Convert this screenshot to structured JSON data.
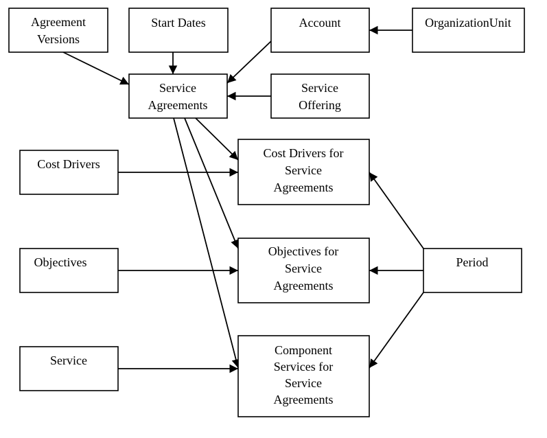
{
  "nodes": [
    {
      "id": "agreement_versions",
      "lines": [
        "Agreement",
        "Versions"
      ]
    },
    {
      "id": "start_dates",
      "lines": [
        "Start Dates"
      ]
    },
    {
      "id": "account",
      "lines": [
        "Account"
      ]
    },
    {
      "id": "organization_unit",
      "lines": [
        "OrganizationUnit"
      ]
    },
    {
      "id": "service_agreements",
      "lines": [
        "Service",
        "Agreements"
      ]
    },
    {
      "id": "service_offering",
      "lines": [
        "Service",
        "Offering"
      ]
    },
    {
      "id": "cost_drivers",
      "lines": [
        "Cost Drivers"
      ]
    },
    {
      "id": "cost_drivers_for_sa",
      "lines": [
        "Cost Drivers for",
        "Service",
        "Agreements"
      ]
    },
    {
      "id": "objectives",
      "lines": [
        "Objectives"
      ]
    },
    {
      "id": "objectives_for_sa",
      "lines": [
        "Objectives for",
        "Service",
        "Agreements"
      ]
    },
    {
      "id": "period",
      "lines": [
        "Period"
      ]
    },
    {
      "id": "service",
      "lines": [
        "Service"
      ]
    },
    {
      "id": "component_services_for_sa",
      "lines": [
        "Component",
        "Services for",
        "Service",
        "Agreements"
      ]
    }
  ],
  "edges": [
    {
      "from": "agreement_versions",
      "to": "service_agreements"
    },
    {
      "from": "start_dates",
      "to": "service_agreements"
    },
    {
      "from": "account",
      "to": "service_agreements"
    },
    {
      "from": "organization_unit",
      "to": "account"
    },
    {
      "from": "service_offering",
      "to": "service_agreements"
    },
    {
      "from": "service_agreements",
      "to": "cost_drivers_for_sa"
    },
    {
      "from": "service_agreements",
      "to": "objectives_for_sa"
    },
    {
      "from": "service_agreements",
      "to": "component_services_for_sa"
    },
    {
      "from": "cost_drivers",
      "to": "cost_drivers_for_sa"
    },
    {
      "from": "objectives",
      "to": "objectives_for_sa"
    },
    {
      "from": "service",
      "to": "component_services_for_sa"
    },
    {
      "from": "period",
      "to": "cost_drivers_for_sa"
    },
    {
      "from": "period",
      "to": "objectives_for_sa"
    },
    {
      "from": "period",
      "to": "component_services_for_sa"
    }
  ]
}
